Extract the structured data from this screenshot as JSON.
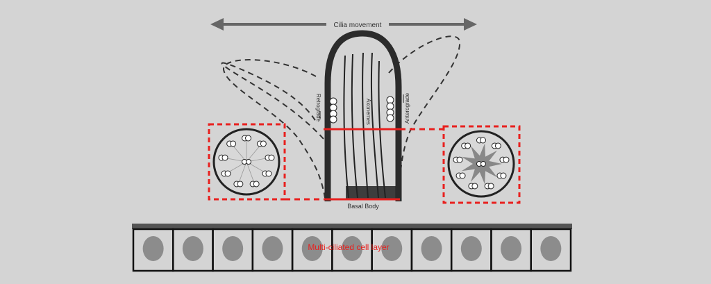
{
  "labels": {
    "cilia_movement": "Cilia movement",
    "retrograde": "Retrograde",
    "axonemes": "Axonemes",
    "anterograde": "Anterograde",
    "basal_body": "Basal Body",
    "cell_layer": "Multi-ciliated  cell layer"
  },
  "colors": {
    "background": "#d4d4d4",
    "highlight": "#e8201e",
    "cilium": "#2b2b2b",
    "nucleus": "#8c8c8c"
  },
  "cell_count": 11
}
